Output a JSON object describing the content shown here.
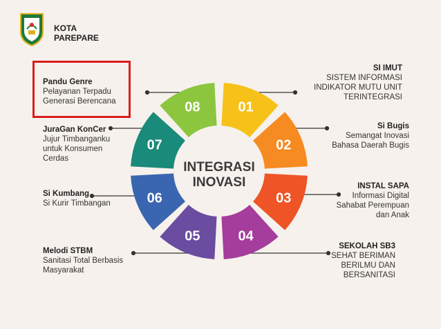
{
  "header": {
    "city_line1": "KOTA",
    "city_line2": "PAREPARE"
  },
  "center": {
    "line1": "INTEGRASI",
    "line2": "INOVASI"
  },
  "segments": [
    {
      "num": "01",
      "color": "#f6c21a"
    },
    {
      "num": "02",
      "color": "#f68b21"
    },
    {
      "num": "03",
      "color": "#ee5425"
    },
    {
      "num": "04",
      "color": "#a53d9c"
    },
    {
      "num": "05",
      "color": "#6a4ca0"
    },
    {
      "num": "06",
      "color": "#3a66b1"
    },
    {
      "num": "07",
      "color": "#1a8a7a"
    },
    {
      "num": "08",
      "color": "#8cc63f"
    }
  ],
  "items": {
    "i01": {
      "title": "SI IMUT",
      "desc": "SISTEM INFORMASI\nINDIKATOR MUTU UNIT\nTERINTEGRASI"
    },
    "i02": {
      "title": "Si Bugis",
      "desc": "Semangat Inovasi\nBahasa Daerah Bugis"
    },
    "i03": {
      "title": "INSTAL SAPA",
      "desc": "Informasi Digital\nSahabat Perempuan\ndan Anak"
    },
    "i04": {
      "title": "SEKOLAH SB3",
      "desc": "SEHAT BERIMAN\nBERILMU DAN\nBERSANITASI"
    },
    "i05": {
      "title": "Melodi STBM",
      "desc": "Sanitasi Total Berbasis\nMasyarakat"
    },
    "i06": {
      "title": "Si Kumbang",
      "desc": "Si Kurir Timbangan"
    },
    "i07": {
      "title": "JuraGan KonCer",
      "desc": "Jujur Timbanganku\nuntuk Konsumen\nCerdas"
    },
    "i08": {
      "title": "Pandu Genre",
      "desc": "Pelayanan Terpadu\nGenerasi Berencana"
    }
  }
}
